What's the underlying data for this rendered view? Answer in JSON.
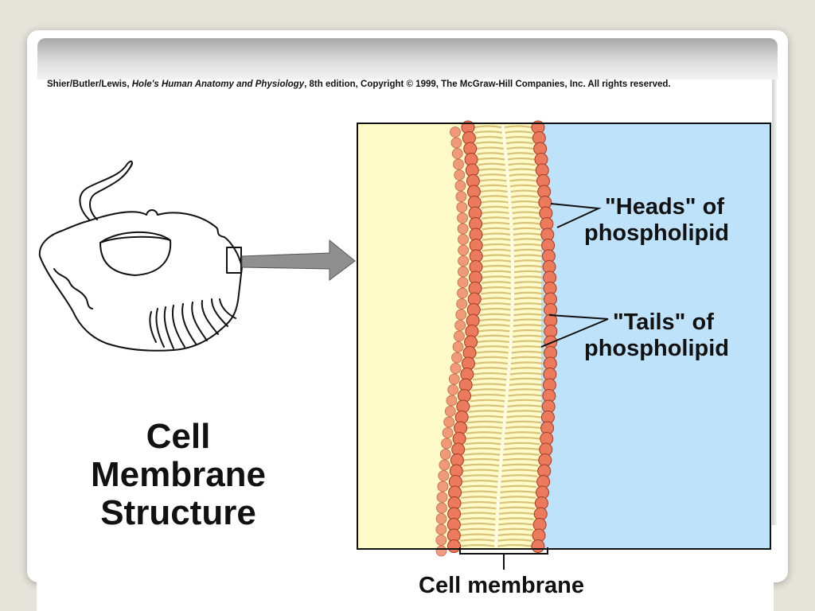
{
  "citation": {
    "authors": "Shier/Butler/Lewis,",
    "book_title": "Hole's Human Anatomy and Physiology",
    "rest": ", 8th edition, Copyright © 1999, The McGraw-Hill Companies, Inc.  All rights reserved."
  },
  "title": {
    "line1": "Cell",
    "line2": "Membrane",
    "line3": "Structure"
  },
  "labels": {
    "heads_line1": "\"Heads\" of",
    "heads_line2": "phospholipid",
    "tails_line1": "\"Tails\" of",
    "tails_line2": "phospholipid",
    "cell_membrane": "Cell membrane"
  },
  "colors": {
    "page_background": "#e6e3da",
    "cytoplasm": "#fffbc8",
    "extracellular": "#bfe2fb",
    "phospholipid_head": "#ec7a5c",
    "phospholipid_head_edge": "#a83a22",
    "phospholipid_tail": "#d9c27a",
    "arrow": "#8f8f8f"
  }
}
